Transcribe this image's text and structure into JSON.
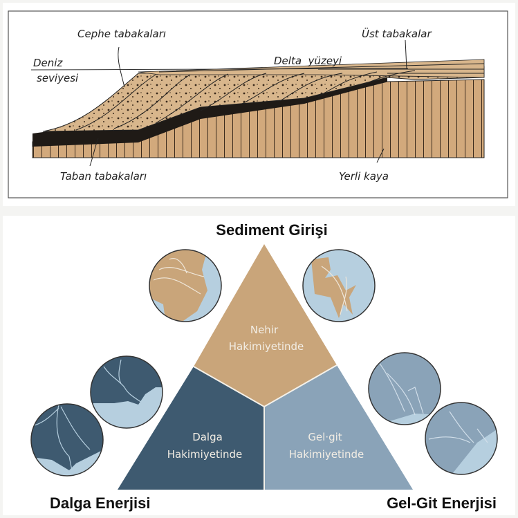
{
  "cross_section": {
    "labels": {
      "foreset": "Cephe tabakaları",
      "topset": "Üst tabakalar",
      "sea_level_1": "Deniz",
      "sea_level_2": "seviyesi",
      "delta_surface": "Delta  yüzeyi",
      "bottomset": "Taban tabakaları",
      "bedrock": "Yerli kaya"
    }
  },
  "triangle": {
    "apex_label": "Sediment Girişi",
    "left_label": "Dalga Enerjisi",
    "right_label": "Gel-Git Enerjisi",
    "segments": {
      "river": [
        "Nehir",
        "Hakimiyetinde"
      ],
      "wave": [
        "Dalga",
        "Hakimiyetinde"
      ],
      "tide": [
        "Gel·git",
        "Hakimiyetinde"
      ]
    },
    "colors": {
      "river": "#c9a57a",
      "wave": "#3e5a70",
      "tide": "#8aa3b8",
      "water": "#b6cfdf"
    }
  }
}
